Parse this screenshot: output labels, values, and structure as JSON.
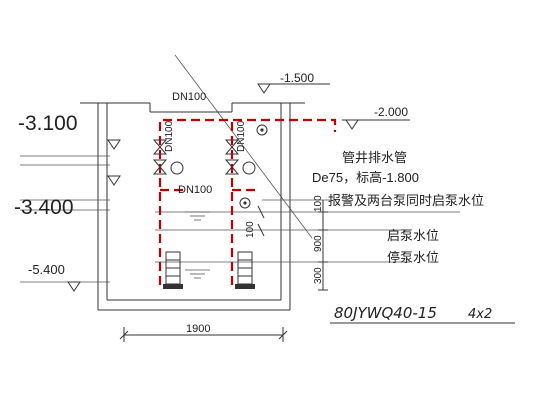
{
  "diagram": {
    "elevations": {
      "top_right": "-1.500",
      "overflow": "-2.000",
      "left_upper": "-3.100",
      "left_mid": "-3.400",
      "left_low": "-5.400"
    },
    "pipe_labels": {
      "dn_top": "DN100",
      "dn_v1": "DN100",
      "dn_v2": "DN100",
      "dn_h": "DN100"
    },
    "annotations": {
      "shaft_drain_title": "管井排水管",
      "shaft_drain_spec": "De75，标高-1.800",
      "alarm_level": "报警及两台泵同时启泵水位",
      "start_level": "启泵水位",
      "stop_level": "停泵水位"
    },
    "dimensions": {
      "width": "1900",
      "d_100": "100",
      "d_900": "900",
      "d_300": "300",
      "d_100b": "100"
    },
    "pump_model": "80JYWQ40-15",
    "pump_count": "4x2",
    "colors": {
      "line": "#333333",
      "pipe_red": "#c00000",
      "text": "#222222"
    }
  }
}
